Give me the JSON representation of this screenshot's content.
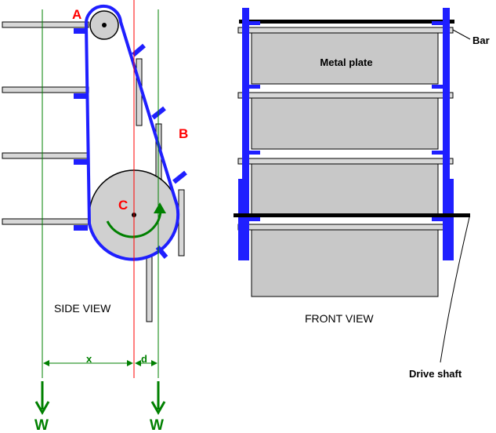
{
  "labels": {
    "point_a": "A",
    "point_b": "B",
    "point_c": "C",
    "bar": "Bar",
    "metal_plate": "Metal plate",
    "side_view": "SIDE VIEW",
    "front_view": "FRONT VIEW",
    "drive_shaft": "Drive shaft",
    "dim_x": "x",
    "dim_d": "d",
    "weight_left": "W",
    "weight_right": "W"
  },
  "colors": {
    "belt_blue": "#1f1fff",
    "label_red": "#ff0000",
    "guide_green": "#008000",
    "center_red": "#ff0000",
    "plate_fill": "#c8c8c8",
    "outline": "#000000",
    "bar_fill": "#d8d8d8",
    "drum_fill": "#d0d0d0",
    "arrow_green": "#008000"
  }
}
